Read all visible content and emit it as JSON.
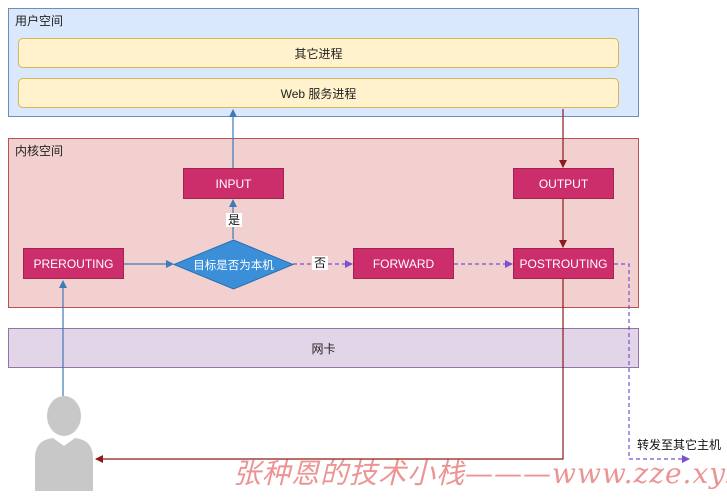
{
  "user_space": {
    "title": "用户空间",
    "other_process": "其它进程",
    "web_process": "Web 服务进程"
  },
  "kernel_space": {
    "title": "内核空间",
    "prerouting": "PREROUTING",
    "decision": "目标是否为本机",
    "yes_label": "是",
    "no_label": "否",
    "input": "INPUT",
    "forward": "FORWARD",
    "output": "OUTPUT",
    "postrouting": "POSTROUTING"
  },
  "nic": {
    "label": "网卡"
  },
  "forward_note": "转发至其它主机",
  "watermark": "张种恩的技术小栈———www.zze.xyz",
  "colors": {
    "chain": "#cc2e6b",
    "decision": "#3a8fd8",
    "flow_solid": "#3d7ab8",
    "flow_dark": "#8b1a1a",
    "flow_dashed": "#7c4fd0"
  }
}
